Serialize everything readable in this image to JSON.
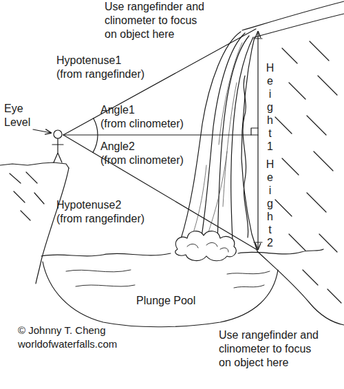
{
  "diagram": {
    "labels": [
      "Use rangefinder and clinometer to focus on object here",
      "Hypotenuse1 (from rangefinder)",
      "Eye Level",
      "Angle1 (from clinometer)",
      "Angle2 (from clinometer)",
      "Hypotenuse2 (from rangefinder)",
      "Height1",
      "Height2",
      "Plunge Pool",
      "© Johnny T. Cheng",
      "worldofwaterfalls.com",
      "Use rangefinder and clinometer to focus on object here"
    ]
  }
}
